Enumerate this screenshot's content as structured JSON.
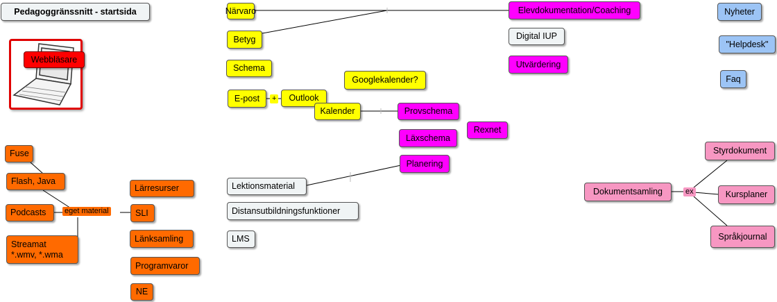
{
  "title": "Pedagoggränssnitt - startsida",
  "laptop_label": "Webbläsare",
  "nodes": {
    "narvaro": "Närvaro",
    "betyg": "Betyg",
    "schema": "Schema",
    "epost": "E-post",
    "outlook": "Outlook",
    "kalender": "Kalender",
    "googlekalender": "Googlekalender?",
    "elevdok": "Elevdokumentation/Coaching",
    "digital_iup": "Digital IUP",
    "utvardering": "Utvärdering",
    "provschema": "Provschema",
    "laxschema": "Läxschema",
    "rexnet": "Rexnet",
    "planering": "Planering",
    "lektionsmaterial": "Lektionsmaterial",
    "distans": "Distansutbildningsfunktioner",
    "lms": "LMS",
    "nyheter": "Nyheter",
    "helpdesk": "\"Helpdesk\"",
    "faq": "Faq",
    "fuse": "Fuse",
    "flash": "Flash, Java",
    "podcasts": "Podcasts",
    "streamat": "Streamat\n*.wmv, *.wma",
    "eget": "eget material",
    "larresurser": "Lärresurser",
    "sli": "SLI",
    "lanksamling": "Länksamling",
    "programvaror": "Programvaror",
    "ne": "NE",
    "dokumentsamling": "Dokumentsamling",
    "ex": "ex",
    "styrdokument": "Styrdokument",
    "kursplaner": "Kursplaner",
    "sprakjournal": "Språkjournal"
  },
  "connectors": {
    "plus": "+"
  },
  "colors": {
    "yellow": "#ffff00",
    "magenta": "#ff00ff",
    "gray": "#f0f4f5",
    "blue": "#9cc4f5",
    "orange": "#ff6a00",
    "pink": "#f797c2",
    "red": "#ff0000"
  }
}
